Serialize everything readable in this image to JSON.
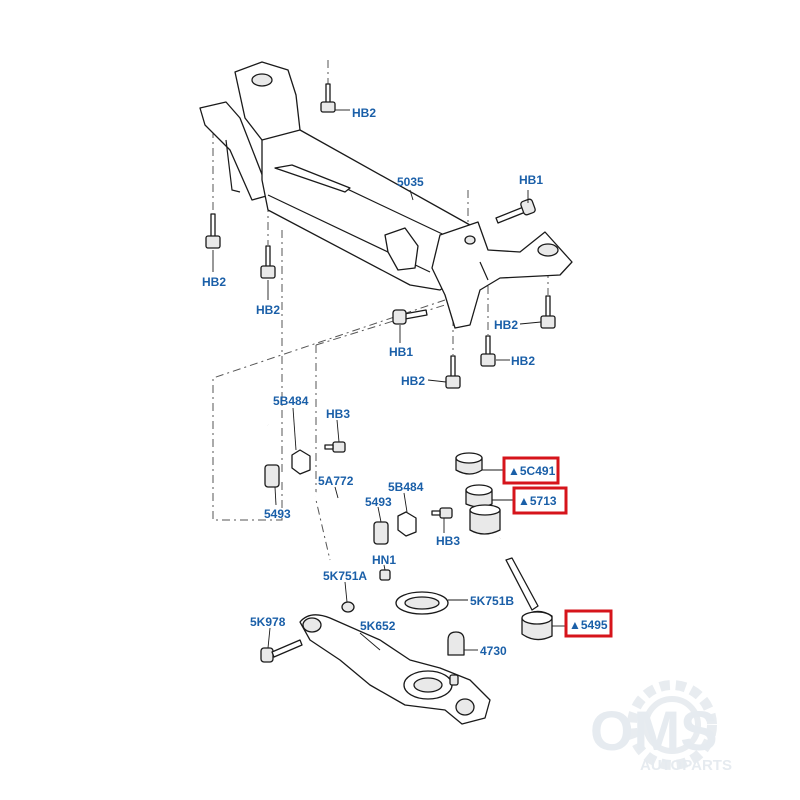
{
  "labels": {
    "hb2_top": "HB2",
    "p5035": "5035",
    "hb1_right": "HB1",
    "hb2_left1": "HB2",
    "hb2_left2": "HB2",
    "hb2_right1": "HB2",
    "hb1_bottom": "HB1",
    "hb2_right2": "HB2",
    "hb2_bottom": "HB2",
    "p5b484_a": "5B484",
    "hb3_a": "HB3",
    "p5a772": "5A772",
    "p5493_a": "5493",
    "p5493_b": "5493",
    "p5b484_b": "5B484",
    "hb3_b": "HB3",
    "hn1": "HN1",
    "p5k751a": "5K751A",
    "p5k751b": "5K751B",
    "p5k978": "5K978",
    "p5k652": "5K652",
    "p4730": "4730"
  },
  "highlighted_parts": [
    {
      "id": "5c491",
      "label": "▲5C491"
    },
    {
      "id": "5713",
      "label": "▲5713"
    },
    {
      "id": "5495",
      "label": "▲5495"
    }
  ],
  "watermark": {
    "brand": "OMS",
    "tagline": "AUTOPARTS"
  },
  "colors": {
    "label_blue": "#1a5fa8",
    "highlight_red": "#d6141b",
    "watermark": "#e6ebf0"
  }
}
